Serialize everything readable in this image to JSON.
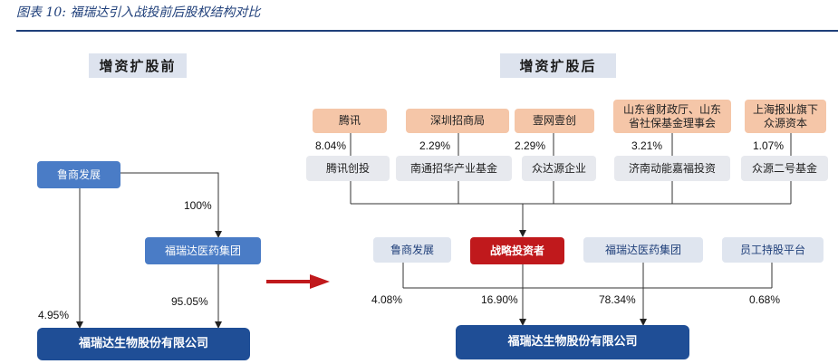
{
  "caption": "图表 10:  福瑞达引入战投前后股权结构对比",
  "before": {
    "header": "增资扩股前",
    "lushang": "鲁商发展",
    "group": "福瑞达医药集团",
    "company": "福瑞达生物股份有限公司",
    "pct_lushang_group": "100%",
    "pct_lushang_company": "4.95%",
    "pct_group_company": "95.05%"
  },
  "after": {
    "header": "增资扩股后",
    "investors": [
      {
        "owner": "腾讯",
        "vehicle": "腾讯创投",
        "pct": "8.04%"
      },
      {
        "owner": "深圳招商局",
        "vehicle": "南通招华产业基金",
        "pct": "2.29%"
      },
      {
        "owner": "壹网壹创",
        "vehicle": "众达源企业",
        "pct": "2.29%"
      },
      {
        "owner": "山东省财政厅、山东省社保基金理事会",
        "vehicle": "济南动能嘉福投资",
        "pct": "3.21%"
      },
      {
        "owner": "上海报业旗下众源资本",
        "vehicle": "众源二号基金",
        "pct": "1.07%"
      }
    ],
    "shareholders": [
      {
        "label": "鲁商发展",
        "pct": "4.08%"
      },
      {
        "label": "战略投资者",
        "pct": "16.90%"
      },
      {
        "label": "福瑞达医药集团",
        "pct": "78.34%"
      },
      {
        "label": "员工持股平台",
        "pct": "0.68%"
      }
    ],
    "company": "福瑞达生物股份有限公司"
  },
  "colors": {
    "navy": "#1f4e96",
    "blue": "#4a7cc6",
    "red": "#c0191c",
    "peach": "#f5c6a8",
    "arrow": "#c0191c"
  }
}
